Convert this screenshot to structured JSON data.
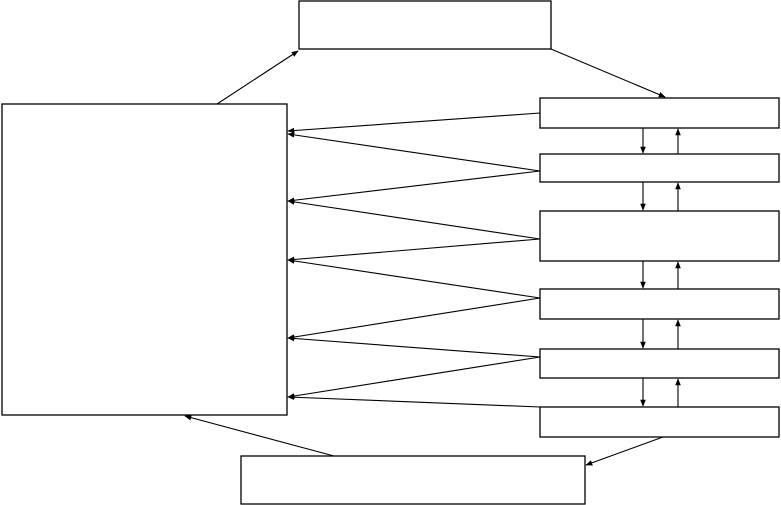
{
  "diagram": {
    "style": {
      "line_color": "#000000",
      "background": "#ffffff"
    },
    "nodes": [
      {
        "id": "top-box",
        "label": ""
      },
      {
        "id": "left-box",
        "label": ""
      },
      {
        "id": "bottom-box",
        "label": ""
      },
      {
        "id": "stack-box-1",
        "label": ""
      },
      {
        "id": "stack-box-2",
        "label": ""
      },
      {
        "id": "stack-box-3",
        "label": ""
      },
      {
        "id": "stack-box-4",
        "label": ""
      },
      {
        "id": "stack-box-5",
        "label": ""
      },
      {
        "id": "stack-box-6",
        "label": ""
      }
    ],
    "edges": [
      {
        "from": "left-box",
        "to": "top-box"
      },
      {
        "from": "top-box",
        "to": "stack-box-1"
      },
      {
        "from": "stack-box-1",
        "to": "left-box"
      },
      {
        "from": "stack-box-2",
        "to": "left-box"
      },
      {
        "from": "stack-box-2",
        "to": "left-box"
      },
      {
        "from": "stack-box-3",
        "to": "left-box"
      },
      {
        "from": "stack-box-3",
        "to": "left-box"
      },
      {
        "from": "stack-box-4",
        "to": "left-box"
      },
      {
        "from": "stack-box-4",
        "to": "left-box"
      },
      {
        "from": "stack-box-5",
        "to": "left-box"
      },
      {
        "from": "stack-box-5",
        "to": "left-box"
      },
      {
        "from": "stack-box-6",
        "to": "left-box"
      },
      {
        "from": "stack-box-6",
        "to": "bottom-box"
      },
      {
        "from": "bottom-box",
        "to": "left-box"
      },
      {
        "from": "stack-box-1",
        "to": "stack-box-2",
        "bidirectional": true
      },
      {
        "from": "stack-box-2",
        "to": "stack-box-3",
        "bidirectional": true
      },
      {
        "from": "stack-box-3",
        "to": "stack-box-4",
        "bidirectional": true
      },
      {
        "from": "stack-box-4",
        "to": "stack-box-5",
        "bidirectional": true
      },
      {
        "from": "stack-box-5",
        "to": "stack-box-6",
        "bidirectional": true
      }
    ]
  }
}
